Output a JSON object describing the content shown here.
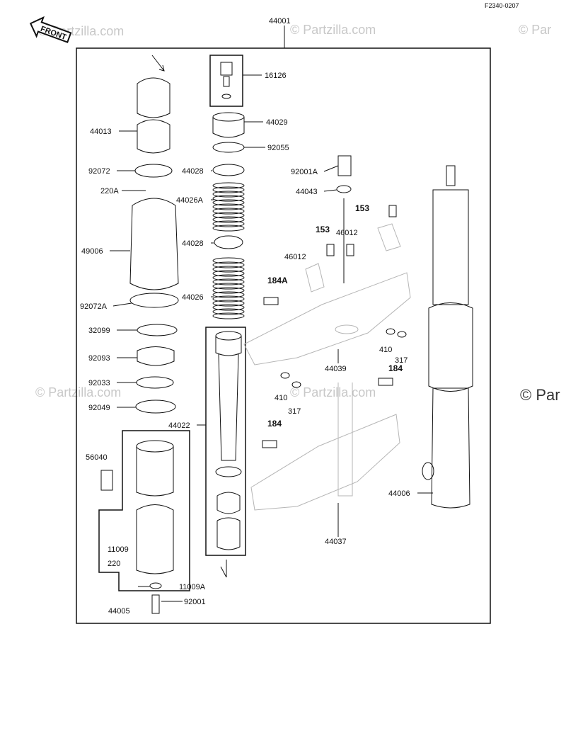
{
  "diagram": {
    "figure_code": "F2340-0207",
    "front_badge": "FRONT",
    "watermark": "© Partzilla.com",
    "watermark_cut": "© Par",
    "callouts": [
      {
        "id": "44001",
        "label": "44001"
      },
      {
        "id": "16126",
        "label": "16126"
      },
      {
        "id": "44029",
        "label": "44029"
      },
      {
        "id": "92055",
        "label": "92055"
      },
      {
        "id": "44028a",
        "label": "44028"
      },
      {
        "id": "44026A",
        "label": "44026A"
      },
      {
        "id": "44028b",
        "label": "44028"
      },
      {
        "id": "44026",
        "label": "44026"
      },
      {
        "id": "44022",
        "label": "44022"
      },
      {
        "id": "44013",
        "label": "44013"
      },
      {
        "id": "92072",
        "label": "92072"
      },
      {
        "id": "220A",
        "label": "220A"
      },
      {
        "id": "49006",
        "label": "49006"
      },
      {
        "id": "92072A",
        "label": "92072A"
      },
      {
        "id": "32099",
        "label": "32099"
      },
      {
        "id": "92093",
        "label": "92093"
      },
      {
        "id": "92033",
        "label": "92033"
      },
      {
        "id": "92049",
        "label": "92049"
      },
      {
        "id": "56040",
        "label": "56040"
      },
      {
        "id": "11009",
        "label": "11009"
      },
      {
        "id": "220",
        "label": "220"
      },
      {
        "id": "11009A",
        "label": "11009A"
      },
      {
        "id": "92001",
        "label": "92001"
      },
      {
        "id": "44005",
        "label": "44005"
      },
      {
        "id": "92001A",
        "label": "92001A"
      },
      {
        "id": "44043",
        "label": "44043"
      },
      {
        "id": "153a",
        "label": "153"
      },
      {
        "id": "46012a",
        "label": "46012"
      },
      {
        "id": "153b",
        "label": "153"
      },
      {
        "id": "46012b",
        "label": "46012"
      },
      {
        "id": "184A",
        "label": "184A"
      },
      {
        "id": "410a",
        "label": "410"
      },
      {
        "id": "317a",
        "label": "317"
      },
      {
        "id": "44039",
        "label": "44039"
      },
      {
        "id": "184a",
        "label": "184"
      },
      {
        "id": "410b",
        "label": "410"
      },
      {
        "id": "317b",
        "label": "317"
      },
      {
        "id": "184b",
        "label": "184"
      },
      {
        "id": "44006",
        "label": "44006"
      },
      {
        "id": "44037",
        "label": "44037"
      }
    ]
  }
}
